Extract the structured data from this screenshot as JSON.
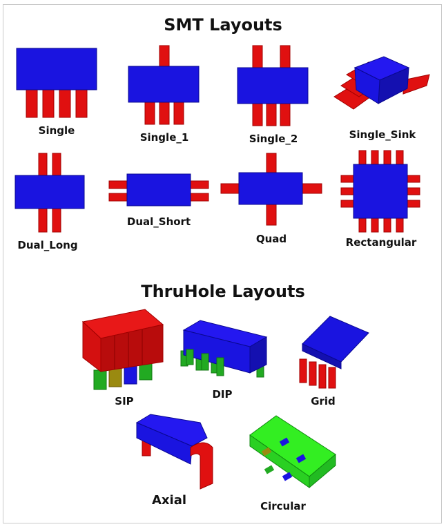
{
  "smt_section": {
    "title": "SMT Layouts",
    "items": [
      {
        "label": "Single"
      },
      {
        "label": "Single_1"
      },
      {
        "label": "Single_2"
      },
      {
        "label": "Single_Sink"
      },
      {
        "label": "Dual_Long"
      },
      {
        "label": "Dual_Short"
      },
      {
        "label": "Quad"
      },
      {
        "label": "Rectangular"
      }
    ]
  },
  "thruhole_section": {
    "title": "ThruHole Layouts",
    "items": [
      {
        "label": "SIP"
      },
      {
        "label": "DIP"
      },
      {
        "label": "Grid"
      },
      {
        "label": "Axial"
      },
      {
        "label": "Circular"
      }
    ]
  },
  "colors": {
    "body_blue": "#1a14e0",
    "pin_red": "#e01010",
    "pin_dark_red": "#a00000",
    "sip_red": "#d41010",
    "green_lead": "#22aa22",
    "olive_lead": "#9a8a10",
    "board_green": "#33ee22"
  }
}
